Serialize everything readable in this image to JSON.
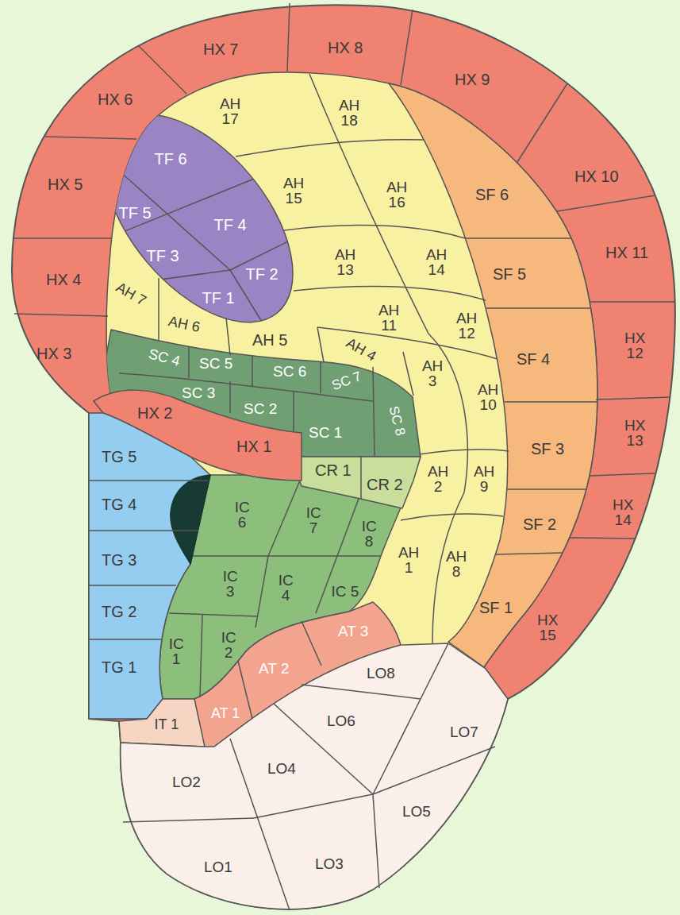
{
  "diagram": {
    "labels": [
      "HX 7",
      "HX 8",
      "HX 6",
      "HX 9",
      "AH 17",
      "AH 18",
      "TF 6",
      "HX 5",
      "AH 15",
      "AH 16",
      "SF 6",
      "HX 10",
      "TF 5",
      "TF 4",
      "HX 11",
      "AH 13",
      "AH 14",
      "SF 5",
      "TF 3",
      "TF 2",
      "HX 4",
      "TF 1",
      "AH 7",
      "AH 6",
      "AH 5",
      "AH 11",
      "AH 12",
      "AH 4",
      "HX 12",
      "HX 3",
      "SF 4",
      "AH 3",
      "AH 10",
      "SC 4",
      "SC 5",
      "SC 6",
      "SC 7",
      "SC 3",
      "SC 2",
      "SC 1",
      "SC 8",
      "HX 2",
      "HX 1",
      "HX 13",
      "SF 3",
      "TG 5",
      "CR 1",
      "CR 2",
      "AH 2",
      "AH 9",
      "TG 4",
      "IC 6",
      "IC 7",
      "IC 8",
      "HX 14",
      "SF 2",
      "TG 3",
      "AH 1",
      "AH 8",
      "IC 3",
      "IC 4",
      "IC 5",
      "SF 1",
      "TG 2",
      "HX 15",
      "AT 3",
      "IC 1",
      "IC 2",
      "TG 1",
      "AT 2",
      "LO8",
      "AT 1",
      "IT 1",
      "LO6",
      "LO7",
      "LO4",
      "LO2",
      "LO5",
      "LO1",
      "LO3"
    ]
  }
}
